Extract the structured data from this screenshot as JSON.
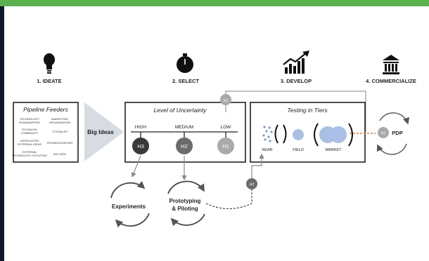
{
  "stages": [
    {
      "label": "1. IDEATE",
      "icon": "lightbulb-icon"
    },
    {
      "label": "2. SELECT",
      "icon": "stopwatch-icon"
    },
    {
      "label": "3. DEVELOP",
      "icon": "growth-chart-icon"
    },
    {
      "label": "4. COMMERCIALIZE",
      "icon": "bank-building-icon"
    }
  ],
  "feeders": {
    "title": "Pipeline Feeders",
    "items": [
      [
        "TECHNOLOGY",
        "ROADMAPPING"
      ],
      [
        "MARKETING",
        "ORGANIZATION"
      ],
      [
        "TECHNICAL",
        "COMMUNITY"
      ],
      [
        "TCS/SALES"
      ],
      [
        "UNSOLICITED",
        "EXTERNAL IDEAS"
      ],
      [
        "CROWDSOURCING"
      ],
      [
        "EXTERNAL",
        "TECHNOLOGY SCOUTING"
      ],
      [
        "BIG DATA"
      ]
    ]
  },
  "big_ideas": "Big Ideas",
  "uncertainty": {
    "title": "Level of Uncertainty",
    "levels": [
      {
        "label": "HIGH",
        "badge": "H3",
        "color": "#3a3a3a"
      },
      {
        "label": "MEDIUM",
        "badge": "H2",
        "color": "#6b6b6b"
      },
      {
        "label": "LOW",
        "badge": "H1",
        "color": "#a9a9a9"
      }
    ],
    "top_badge": "H1"
  },
  "tiers": {
    "title": "Testing in Tiers",
    "labels": [
      "NEAR",
      "FIELD",
      "MARKET"
    ]
  },
  "pdp": {
    "badge": "H1",
    "label": "PDP"
  },
  "experiments": "Experiments",
  "prototyping": [
    "Prototyping",
    "& Piloting"
  ],
  "connector_badge": "H2",
  "colors": {
    "accent_blue": "#a9bfe6",
    "arrow_orange": "#e07a3a",
    "top_bar": "#5cb14f"
  }
}
